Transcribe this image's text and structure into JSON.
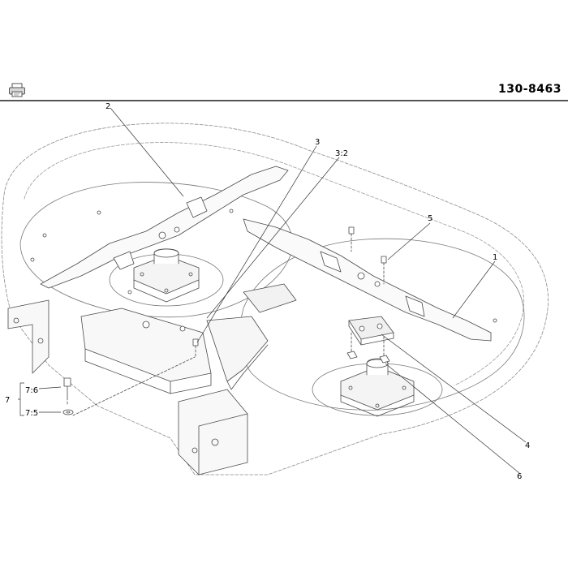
{
  "header": {
    "part_number": "130-8463",
    "print_icon": "printer-icon"
  },
  "callouts": {
    "c1": "1",
    "c2": "2",
    "c3": "3",
    "c3_2": "3:2",
    "c4": "4",
    "c5": "5",
    "c6": "6",
    "c7": "7",
    "c7_5": "7:5",
    "c7_6": "7:6"
  },
  "colors": {
    "line": "#4a4a4a",
    "dashed": "#8a8a8a",
    "leader": "#333333"
  }
}
